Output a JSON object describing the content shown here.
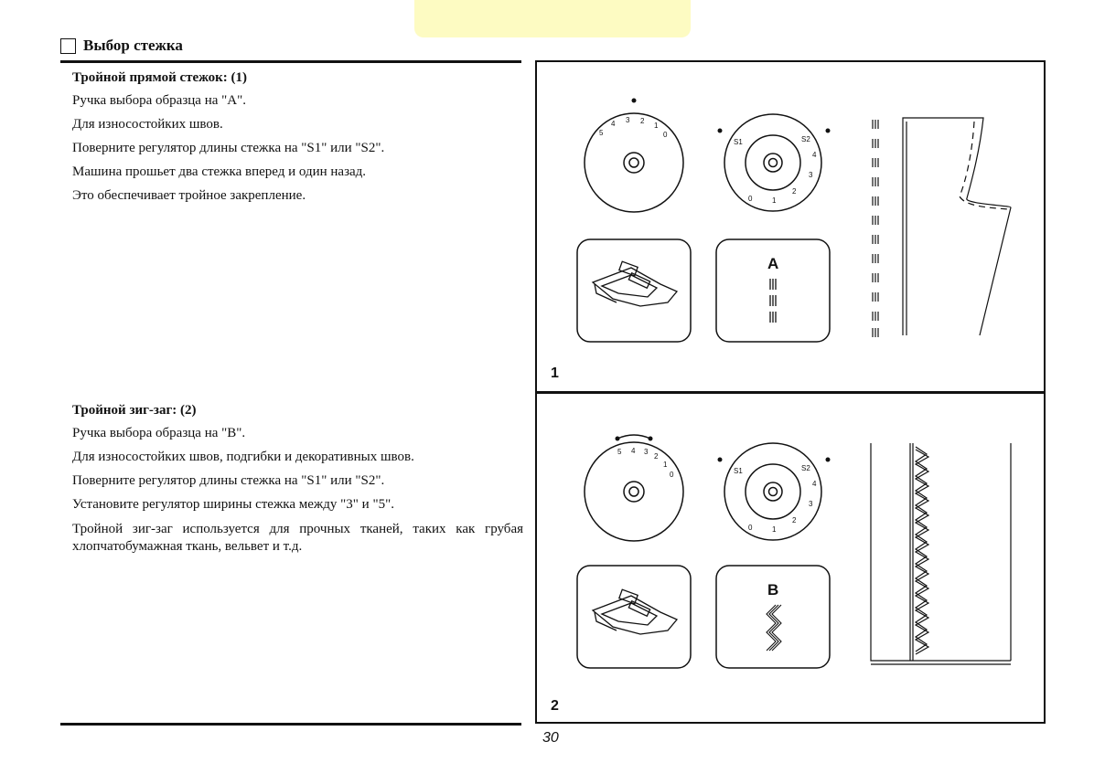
{
  "section": {
    "title": "Выбор стежка"
  },
  "blocks": [
    {
      "heading": "Тройной прямой стежок: (1)",
      "lines": [
        "Ручка выбора образца на \"A\".",
        "Для износостойких швов.",
        "Поверните регулятор длины стежка на \"S1\" или \"S2\".",
        "Машина прошьет два стежка вперед и один назад.",
        "Это обеспечивает тройное закрепление."
      ]
    },
    {
      "heading": "Тройной зиг-заг: (2)",
      "lines": [
        "Ручка выбора образца на \"B\".",
        "Для износостойких швов, подгибки и декоративных швов.",
        "Поверните регулятор длины стежка на \"S1\" или \"S2\".",
        "Установите регулятор ширины стежка между \"3\" и \"5\".",
        "Тройной зиг-заг используется для прочных тканей, таких как грубая хлопчатобумажная ткань, вельвет и т.д."
      ]
    }
  ],
  "figures": [
    {
      "number": "1",
      "pattern_letter": "A",
      "width_dial_labels": [
        "5",
        "4",
        "3",
        "2",
        "1",
        "0"
      ],
      "length_dial_labels": [
        "S1",
        "S2",
        "4",
        "3",
        "2",
        "1",
        "0"
      ]
    },
    {
      "number": "2",
      "pattern_letter": "B",
      "width_dial_labels": [
        "5",
        "4",
        "3",
        "2",
        "1",
        "0"
      ],
      "length_dial_labels": [
        "S1",
        "S2",
        "4",
        "3",
        "2",
        "1",
        "0"
      ]
    }
  ],
  "page_number": "30",
  "colors": {
    "highlight": "#fdfbc2",
    "ink": "#111111"
  }
}
